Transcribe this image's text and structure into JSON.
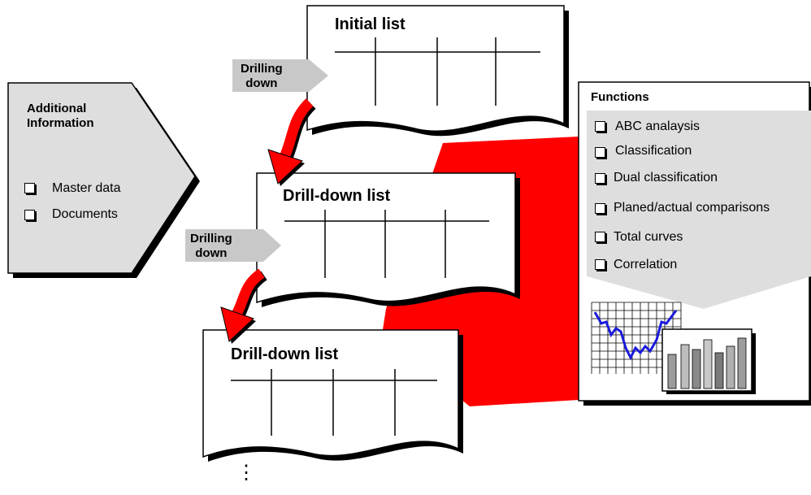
{
  "additional": {
    "title_line1": "Additional",
    "title_line2": "Information",
    "items": [
      "Master data",
      "Documents"
    ]
  },
  "lists": {
    "initial": "Initial list",
    "drill1": "Drill-down list",
    "drill2": "Drill-down list"
  },
  "drilling": {
    "upper": {
      "line1": "Drilling",
      "line2": "down"
    },
    "lower": {
      "line1": "Drilling",
      "line2": "down"
    }
  },
  "functions": {
    "title": "Functions",
    "items": [
      "ABC analaysis",
      "Classification",
      "Dual classification",
      "Planed/actual comparisons",
      "Total curves",
      "Correlation"
    ]
  },
  "continuation": "⋮",
  "colors": {
    "arrow_red": "#ff0000",
    "panel_gray": "#dedede",
    "chart_line_blue": "#1a1adc",
    "shadow": "#000000"
  }
}
